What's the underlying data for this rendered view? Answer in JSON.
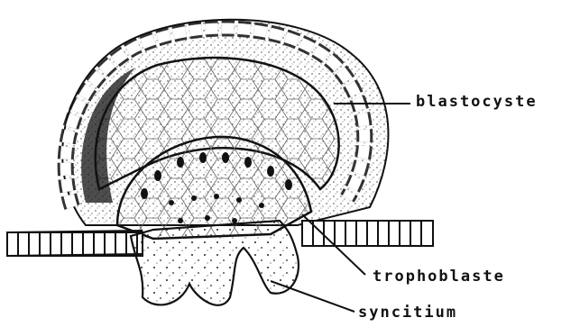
{
  "labels": {
    "blastocyst": "blastocyste",
    "trophoblast": "trophoblaste",
    "syncitium": "syncitium"
  },
  "colors": {
    "ink": "#111111",
    "background": "#ffffff"
  }
}
